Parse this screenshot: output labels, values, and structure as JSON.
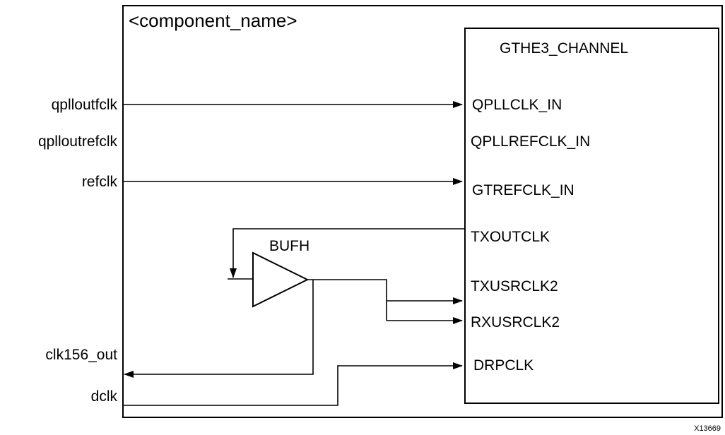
{
  "component_label": "<component_name>",
  "channel_block": {
    "title": "GTHE3_CHANNEL",
    "ports": {
      "qpllclk_in": "QPLLCLK_IN",
      "qpllrefclk_in": "QPLLREFCLK_IN",
      "gtrefclk_in": "GTREFCLK_IN",
      "txoutclk": "TXOUTCLK",
      "txusrclk2": "TXUSRCLK2",
      "rxusrclk2": "RXUSRCLK2",
      "drpclk": "DRPCLK"
    }
  },
  "buffer_label": "BUFH",
  "external_signals": {
    "qplloutfclk": "qplloutfclk",
    "qplloutrefclk": "qplloutrefclk",
    "refclk": "refclk",
    "clk156_out": "clk156_out",
    "dclk": "dclk"
  },
  "figure_id": "X13669"
}
